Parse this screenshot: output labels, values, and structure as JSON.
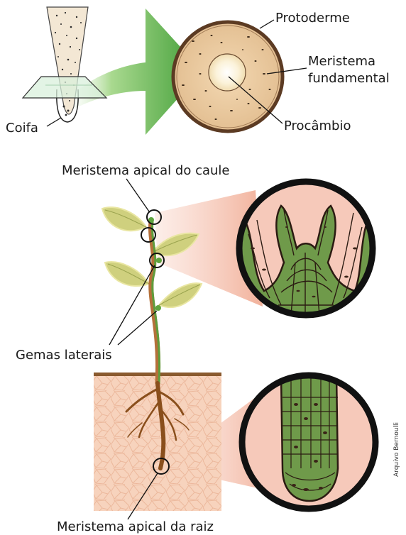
{
  "labels": {
    "protoderme": "Protoderme",
    "meristema_fundamental": "Meristema\nfundamental",
    "meristema_fundamental_l1": "Meristema",
    "meristema_fundamental_l2": "fundamental",
    "procambio": "Procâmbio",
    "coifa": "Coifa",
    "meristema_apical_caule": "Meristema apical do caule",
    "gemas_laterais": "Gemas laterais",
    "meristema_apical_raiz": "Meristema apical da raiz"
  },
  "credit": "Arquivo Bernoulli",
  "colors": {
    "arrow_green": "#5cb548",
    "leaf": "#c9d27a",
    "stem": "#b5703a",
    "tissue_green": "#6f9a4a",
    "tissue_dark": "#3a2418",
    "soil": "#f7d3bd",
    "zoom_pink": "#f2b3a0"
  }
}
